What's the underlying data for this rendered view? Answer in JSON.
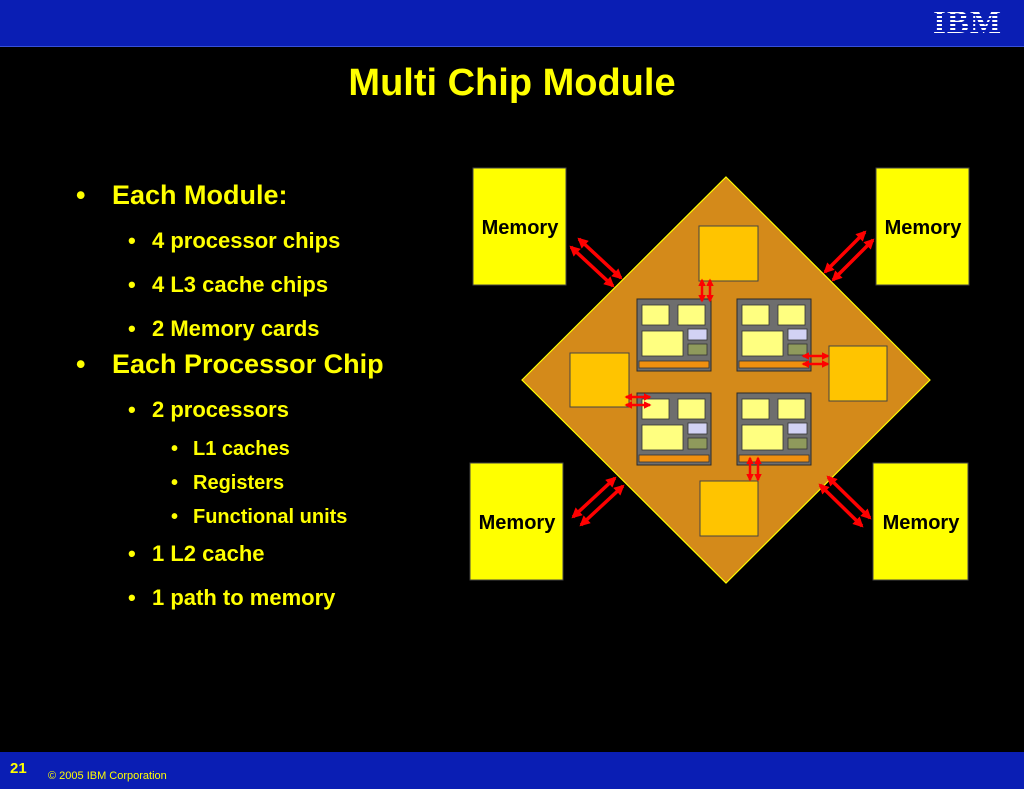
{
  "header": {
    "logo_text": "IBM",
    "title": "Multi Chip Module"
  },
  "bullets": [
    {
      "level": 1,
      "text": "Each Module:"
    },
    {
      "level": 2,
      "text": "4 processor chips"
    },
    {
      "level": 2,
      "text": "4 L3 cache chips"
    },
    {
      "level": 2,
      "text": "2 Memory cards"
    },
    {
      "level": 1,
      "text": "Each Processor Chip"
    },
    {
      "level": 2,
      "text": "2 processors"
    },
    {
      "level": 3,
      "text": "L1 caches"
    },
    {
      "level": 3,
      "text": "Registers"
    },
    {
      "level": 3,
      "text": "Functional units"
    },
    {
      "level": 2,
      "text": "1 L2 cache"
    },
    {
      "level": 2,
      "text": "1 path to memory"
    }
  ],
  "diagram": {
    "memory_labels": [
      "Memory",
      "Memory",
      "Memory",
      "Memory"
    ],
    "colors": {
      "module": "#d48a1a",
      "memory": "#ffff00",
      "cache_chip": "#ffc400",
      "processor_chip": "#6e6e6e",
      "arrow": "#ff0000"
    }
  },
  "footer": {
    "page_number": "21",
    "copyright": "© 2005 IBM Corporation"
  }
}
